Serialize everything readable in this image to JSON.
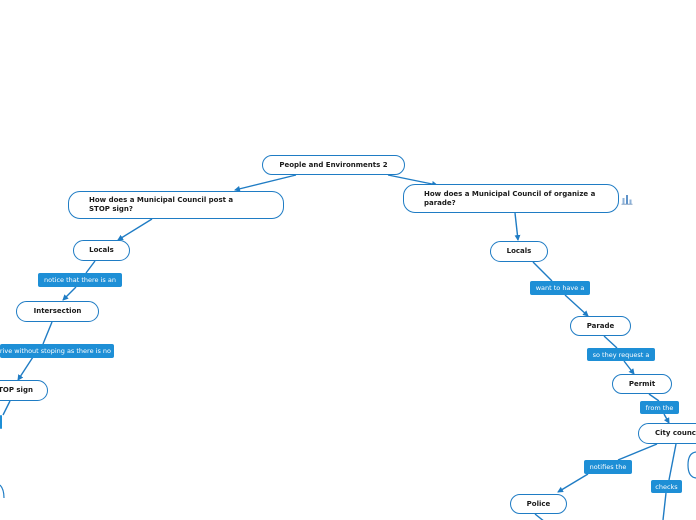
{
  "diagram": {
    "root": "People and Environments 2",
    "branch_left": "How does a Municipal Council post a STOP sign?",
    "branch_right": "How does a Municipal Council of organize a parade?",
    "left": {
      "locals": "Locals",
      "label_notice": "notice that there is an",
      "intersection": "Intersection",
      "label_drive": "people drive without stoping as there is no",
      "stop_sign": "STOP sign"
    },
    "right": {
      "locals": "Locals",
      "label_want": "want to have a",
      "parade": "Parade",
      "label_request": "so they request a",
      "permit": "Permit",
      "label_from": "from the",
      "city_council": "City council",
      "label_notifies": "notifies the",
      "label_checks": "checks",
      "police": "Police"
    },
    "colors": {
      "line": "#1f7cc4",
      "label_bg": "#1e8fd6",
      "node_border": "#1f7cc4"
    },
    "icons": [
      "chart-icon"
    ]
  }
}
